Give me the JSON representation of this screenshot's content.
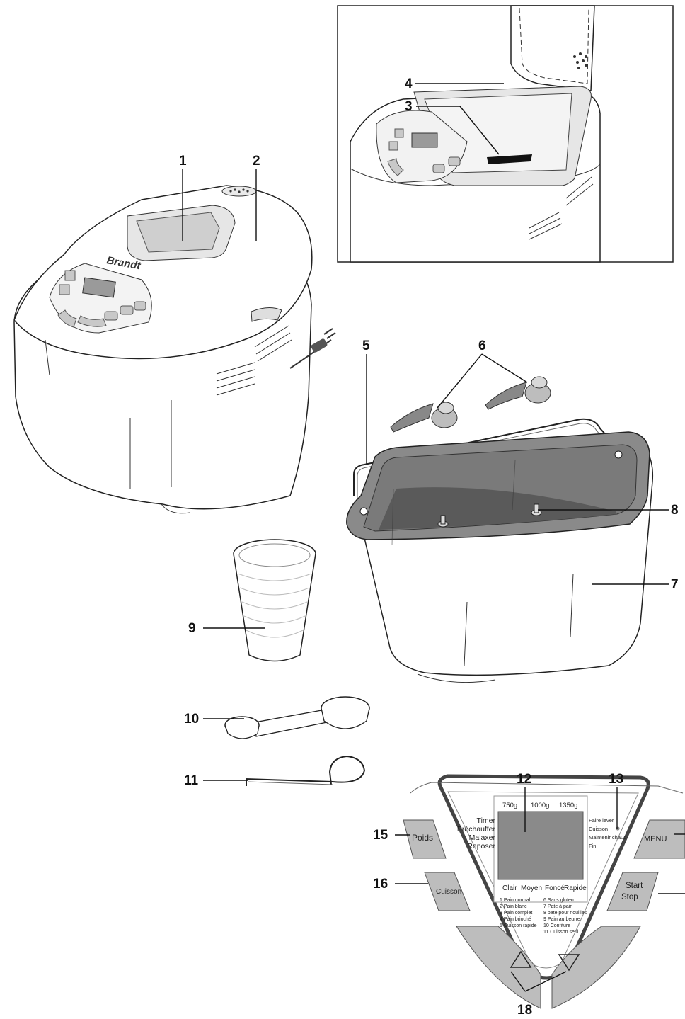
{
  "brand": "Brandt",
  "callouts": {
    "c1": "1",
    "c2": "2",
    "c3": "3",
    "c4": "4",
    "c5": "5",
    "c6": "6",
    "c7": "7",
    "c8": "8",
    "c9": "9",
    "c10": "10",
    "c11": "11",
    "c12": "12",
    "c13": "13",
    "c15": "15",
    "c16": "16",
    "c18": "18"
  },
  "panel": {
    "weights": [
      "750g",
      "1000g",
      "1350g"
    ],
    "left_status": [
      "Timer",
      "Préchauffer",
      "Malaxer",
      "Reposer"
    ],
    "right_status": [
      "Faire lever",
      "Cuisson",
      "Maintenir chaud",
      "Fin"
    ],
    "crust": [
      "Clair",
      "Moyen",
      "Foncé",
      "Rapide"
    ],
    "programs_left": [
      "1 Pain normal",
      "2 Pain blanc",
      "3 Pain complet",
      "4 Pain brioché",
      "5 Cuisson rapide"
    ],
    "programs_right": [
      "6 Sans gluten",
      "7 Pate à pain",
      "8 pate pour nouilles",
      "9 Pain au beurre",
      "10 Confiture",
      "11 Cuisson seul"
    ],
    "buttons": {
      "poids": "Poids",
      "cuisson": "Cuisson",
      "menu": "MENU",
      "start": "Start",
      "stop": "Stop"
    }
  }
}
